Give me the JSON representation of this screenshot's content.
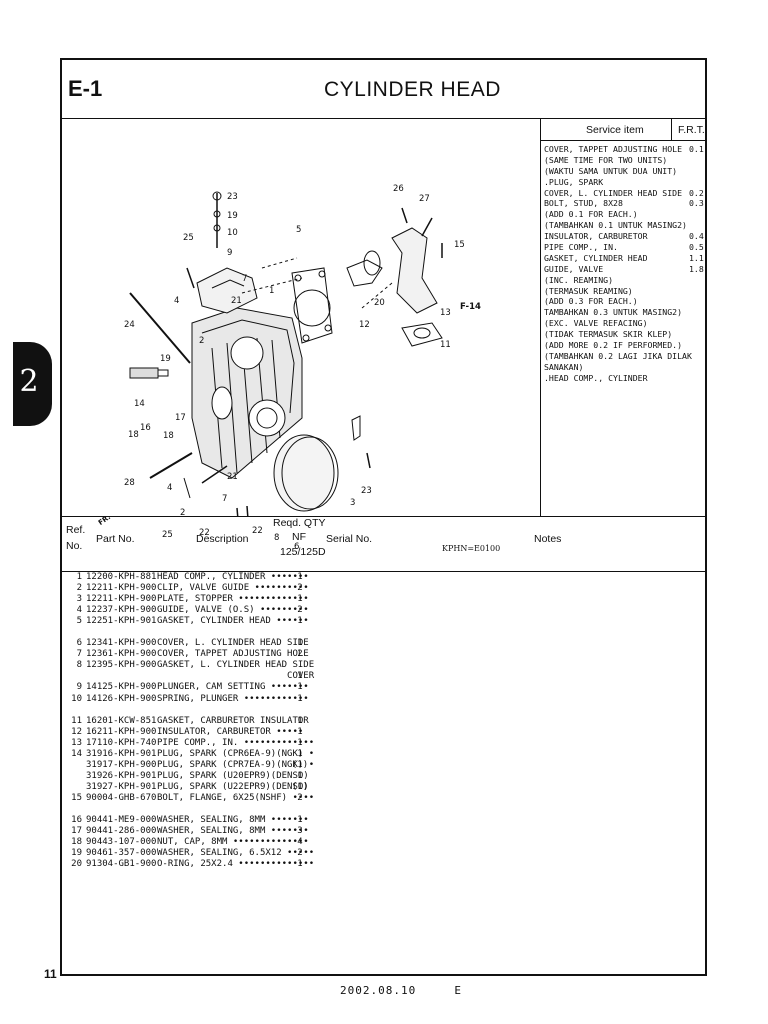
{
  "header": {
    "section": "E-1",
    "title": "CYLINDER HEAD"
  },
  "side_tab": "2",
  "page_number": "11",
  "footer": {
    "date": "2002.08.10",
    "code": "E"
  },
  "figure": {
    "code": "KPHN=E0100",
    "ref_to": "F-14",
    "fr_label": "FR.",
    "callouts": [
      "23",
      "19",
      "10",
      "9",
      "25",
      "7",
      "4",
      "21",
      "1",
      "5",
      "26",
      "27",
      "15",
      "20",
      "12",
      "13",
      "11",
      "24",
      "19",
      "2",
      "14",
      "16",
      "18",
      "17",
      "18",
      "28",
      "21",
      "4",
      "7",
      "2",
      "25",
      "22",
      "22",
      "8",
      "6",
      "3",
      "23"
    ]
  },
  "service": {
    "col_item": "Service item",
    "col_frt": "F.R.T.",
    "rows": [
      {
        "text": "COVER, TAPPET ADJUSTING HOLE",
        "value": "0.1"
      },
      {
        "text": "(SAME TIME FOR TWO UNITS)",
        "value": ""
      },
      {
        "text": "(WAKTU SAMA UNTUK DUA UNIT)",
        "value": ""
      },
      {
        "text": ".PLUG, SPARK",
        "value": ""
      },
      {
        "text": "COVER, L. CYLINDER HEAD SIDE",
        "value": "0.2"
      },
      {
        "text": "BOLT, STUD, 8X28",
        "value": "0.3"
      },
      {
        "text": "(ADD 0.1 FOR EACH.)",
        "value": ""
      },
      {
        "text": "(TAMBAHKAN 0.1 UNTUK MASING2)",
        "value": ""
      },
      {
        "text": "INSULATOR, CARBURETOR",
        "value": "0.4"
      },
      {
        "text": "PIPE COMP., IN.",
        "value": "0.5"
      },
      {
        "text": "GASKET, CYLINDER HEAD",
        "value": "1.1"
      },
      {
        "text": "GUIDE, VALVE",
        "value": "1.8"
      },
      {
        "text": "(INC. REAMING)",
        "value": ""
      },
      {
        "text": "(TERMASUK REAMING)",
        "value": ""
      },
      {
        "text": "(ADD 0.3 FOR EACH.)",
        "value": ""
      },
      {
        "text": "TAMBAHKAN 0.3 UNTUK MASING2)",
        "value": ""
      },
      {
        "text": "(EXC. VALVE REFACING)",
        "value": ""
      },
      {
        "text": "(TIDAK TERMASUK SKIR KLEP)",
        "value": ""
      },
      {
        "text": "(ADD MORE 0.2 IF PERFORMED.)",
        "value": ""
      },
      {
        "text": "(TAMBAHKAN 0.2 LAGI JIKA DILAK",
        "value": ""
      },
      {
        "text": "SANAKAN)",
        "value": ""
      },
      {
        "text": ".HEAD COMP., CYLINDER",
        "value": ""
      }
    ]
  },
  "table_header": {
    "ref": "Ref.",
    "no": "No.",
    "part_no": "Part No.",
    "description": "Description",
    "reqd_qty": "Reqd. QTY",
    "nf": "NF",
    "model": "125/125D",
    "serial": "Serial No.",
    "notes": "Notes"
  },
  "parts": [
    {
      "ref": "1",
      "part": "12200-KPH-881",
      "desc": "HEAD COMP., CYLINDER •••••••",
      "qty": "1"
    },
    {
      "ref": "2",
      "part": "12211-KPH-900",
      "desc": "CLIP, VALVE GUIDE ••••••••••",
      "qty": "2"
    },
    {
      "ref": "3",
      "part": "12211-KPH-900",
      "desc": "PLATE, STOPPER •••••••••••••",
      "qty": "1"
    },
    {
      "ref": "4",
      "part": "12237-KPH-900",
      "desc": "GUIDE, VALVE (O.S) •••••••••",
      "qty": "2"
    },
    {
      "ref": "5",
      "part": "12251-KPH-901",
      "desc": "GASKET, CYLINDER HEAD ••••••",
      "qty": "1"
    },
    {
      "gap": true
    },
    {
      "ref": "6",
      "part": "12341-KPH-900",
      "desc": "COVER, L. CYLINDER HEAD SIDE",
      "qty": "1"
    },
    {
      "ref": "7",
      "part": "12361-KPH-900",
      "desc": "COVER, TAPPET ADJUSTING HOLE",
      "qty": "2"
    },
    {
      "ref": "8",
      "part": "12395-KPH-900",
      "desc": "GASKET, L. CYLINDER HEAD SIDE",
      "qty": ""
    },
    {
      "ref": "",
      "part": "",
      "desc": "                        COVER",
      "qty": "1"
    },
    {
      "ref": "9",
      "part": "14125-KPH-900",
      "desc": "PLUNGER, CAM SETTING •••••••",
      "qty": "1"
    },
    {
      "ref": "10",
      "part": "14126-KPH-900",
      "desc": "SPRING, PLUNGER ••••••••••••",
      "qty": "1"
    },
    {
      "gap": true
    },
    {
      "ref": "11",
      "part": "16201-KCW-851",
      "desc": "GASKET, CARBURETOR INSULATOR",
      "qty": "1"
    },
    {
      "ref": "12",
      "part": "16211-KPH-900",
      "desc": "INSULATOR, CARBURETOR •••••",
      "qty": "1"
    },
    {
      "ref": "13",
      "part": "17110-KPH-740",
      "desc": "PIPE COMP., IN. •••••••••••••",
      "qty": "1"
    },
    {
      "ref": "14",
      "part": "31916-KPH-901",
      "desc": "PLUG, SPARK (CPR6EA-9)(NGK) •",
      "qty": "1"
    },
    {
      "ref": "",
      "part": "31917-KPH-900",
      "desc": "PLUG, SPARK (CPR7EA-9)(NGK) •",
      "qty": "(1)"
    },
    {
      "ref": "",
      "part": "31926-KPH-901",
      "desc": "PLUG, SPARK (U20EPR9)(DENSO)",
      "qty": "1"
    },
    {
      "ref": "",
      "part": "31927-KPH-901",
      "desc": "PLUG, SPARK (U22EPR9)(DENSO)",
      "qty": "(1)"
    },
    {
      "ref": "15",
      "part": "90004-GHB-670",
      "desc": "BOLT, FLANGE, 6X25(NSHF) ••••",
      "qty": "2"
    },
    {
      "gap": true
    },
    {
      "ref": "16",
      "part": "90441-ME9-000",
      "desc": "WASHER, SEALING, 8MM •••••••",
      "qty": "1"
    },
    {
      "ref": "17",
      "part": "90441-286-000",
      "desc": "WASHER, SEALING, 8MM •••••••",
      "qty": "3"
    },
    {
      "ref": "18",
      "part": "90443-107-000",
      "desc": "NUT, CAP, 8MM ••••••••••••••",
      "qty": "4"
    },
    {
      "ref": "19",
      "part": "90461-357-000",
      "desc": "WASHER, SEALING, 6.5X12 •••••",
      "qty": "2"
    },
    {
      "ref": "20",
      "part": "91304-GB1-900",
      "desc": "O-RING, 25X2.4 ••••••••••••••",
      "qty": "1"
    }
  ]
}
